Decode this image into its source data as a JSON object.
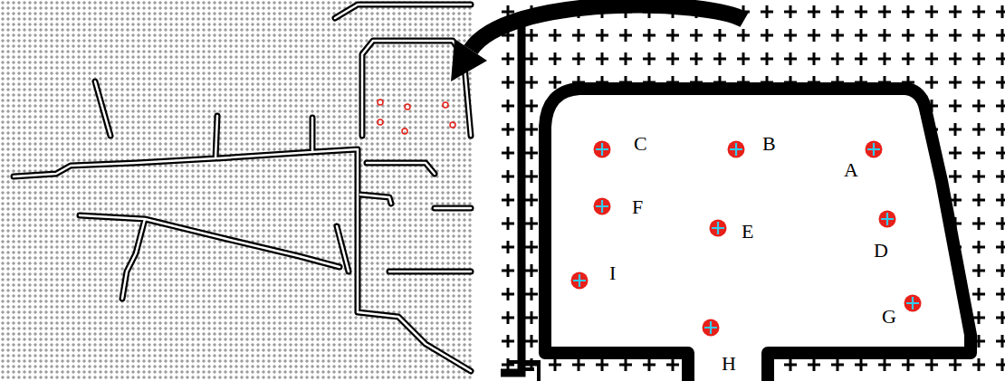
{
  "diagram": {
    "labels": [
      "C",
      "B",
      "A",
      "F",
      "E",
      "D",
      "I",
      "G",
      "H"
    ]
  }
}
